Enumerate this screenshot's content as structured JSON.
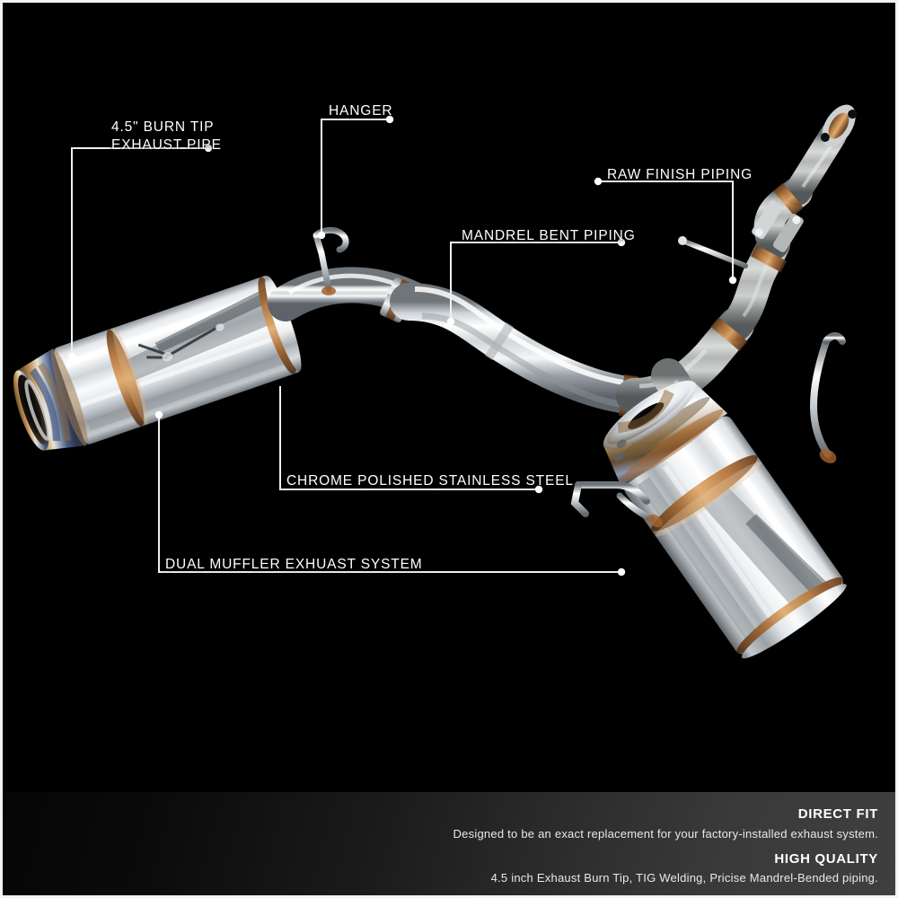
{
  "image": {
    "background_color": "#000000",
    "border_color": "#f2f2f2",
    "subject": "cat-back dual muffler exhaust system"
  },
  "callouts": [
    {
      "id": "burn-tip",
      "line1": "4.5\" BURN TIP",
      "line2": "EXHAUST PIPE",
      "text": "4.5\" BURN TIP EXHAUST PIPE"
    },
    {
      "id": "hanger",
      "line1": "HANGER",
      "line2": "",
      "text": "HANGER"
    },
    {
      "id": "raw-finish",
      "line1": "RAW FINISH PIPING",
      "line2": "",
      "text": "RAW FINISH PIPING"
    },
    {
      "id": "mandrel-bent",
      "line1": "MANDREL BENT PIPING",
      "line2": "",
      "text": "MANDREL BENT PIPING"
    },
    {
      "id": "chrome-polish",
      "line1": "CHROME POLISHED STAINLESS STEEL",
      "line2": "",
      "text": "CHROME POLISHED STAINLESS STEEL"
    },
    {
      "id": "dual-muffler",
      "line1": "DUAL MUFFLER EXHUAST SYSTEM",
      "line2": "",
      "text": "DUAL MUFFLER EXHUAST SYSTEM"
    }
  ],
  "footer": {
    "feature1_title": "DIRECT FIT",
    "feature1_desc": "Designed to be an exact replacement for your factory-installed exhaust system.",
    "feature2_title": "HIGH QUALITY",
    "feature2_desc": "4.5 inch Exhaust Burn Tip, TIG Welding, Pricise Mandrel-Bended piping."
  },
  "colors": {
    "chrome_light": "#ffffff",
    "chrome_mid": "#c9cdd1",
    "chrome_dark": "#6c7175",
    "raw_pipe": "#b6b9b8",
    "raw_pipe_dark": "#6f7373",
    "burn_gold": "#b07a3c",
    "burn_blue": "#4a5f86",
    "copper_ring": "#a4622c",
    "callout_line": "#f0f0f0",
    "footer_gradient_start": "#050505",
    "footer_gradient_end": "#3f3f3f"
  }
}
